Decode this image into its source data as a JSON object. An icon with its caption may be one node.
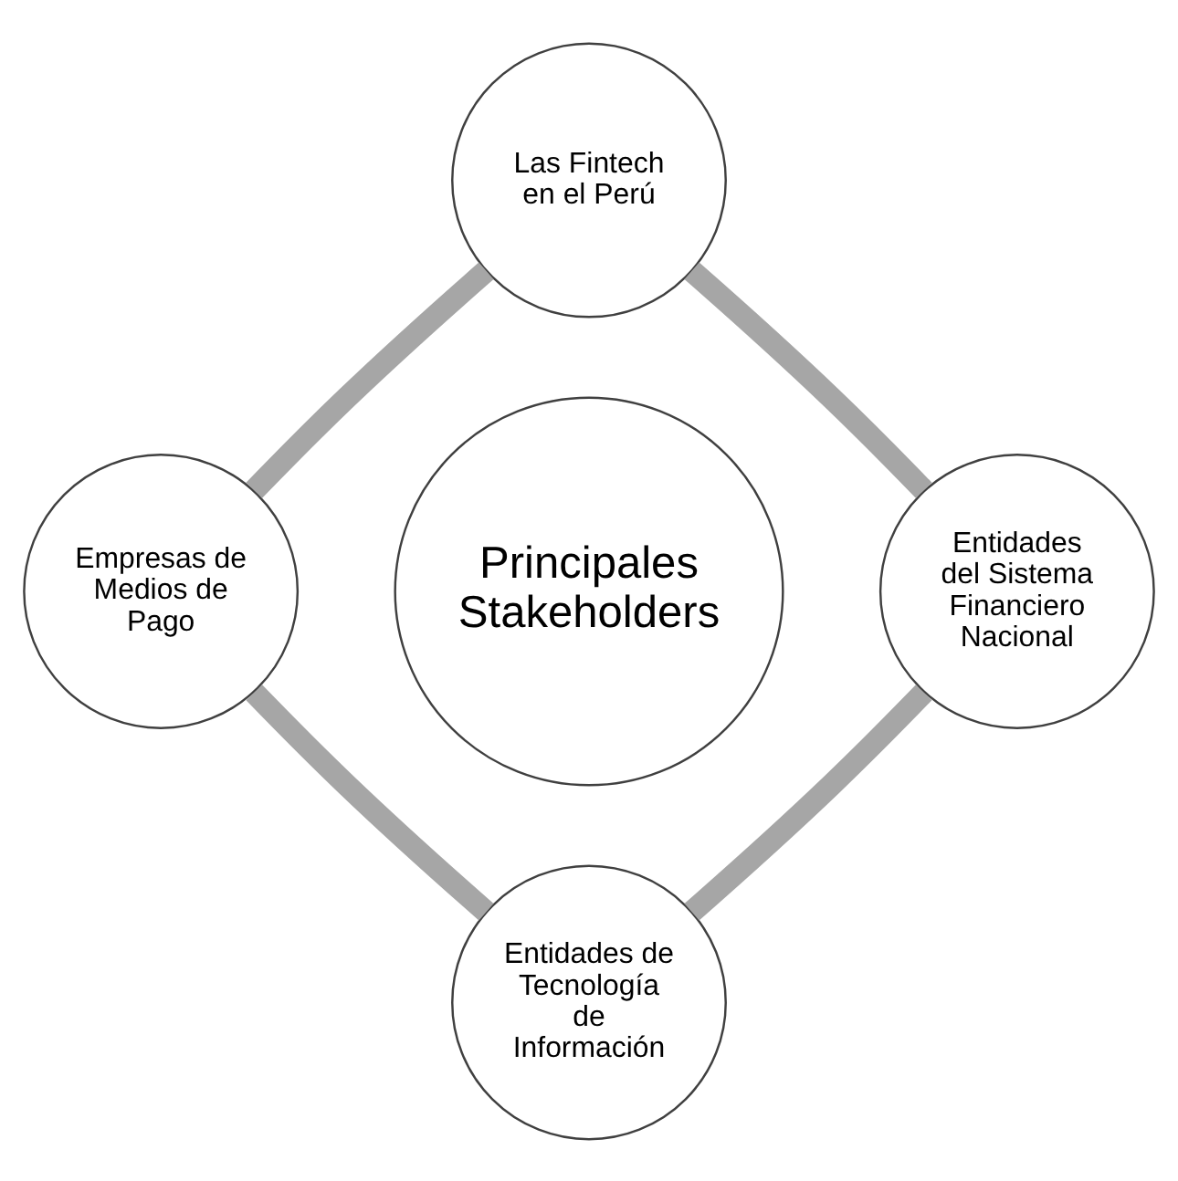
{
  "diagram": {
    "nodes": [
      {
        "text": [
          "Las Fintech en el Perú"
        ]
      },
      {
        "text": [
          "Empresas de Medios de Pago"
        ]
      },
      {
        "text": [
          "Principales Stakeholders"
        ]
      },
      {
        "text": [
          "Entidades del Sistema Financiero Nacional"
        ]
      },
      {
        "text": [
          "Entidades de Tecnología de Información"
        ]
      }
    ],
    "edges": [
      {
        "from": 0,
        "to": 3,
        "arrow": "none"
      },
      {
        "from": 3,
        "to": 4,
        "arrow": "none"
      },
      {
        "from": 1,
        "to": 4,
        "arrow": "none"
      },
      {
        "from": 0,
        "to": 1,
        "arrow": "none"
      }
    ]
  }
}
